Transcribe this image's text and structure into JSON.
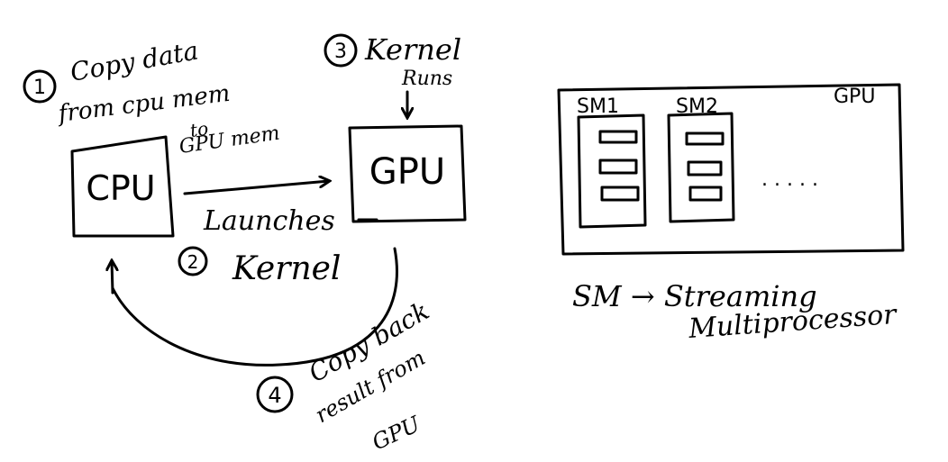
{
  "steps": [
    {
      "num": "1",
      "lines": [
        "Copy data",
        "from cpu mem",
        "to",
        "GPU mem"
      ]
    },
    {
      "num": "2",
      "lines": [
        "Launches",
        "Kernel"
      ]
    },
    {
      "num": "3",
      "lines": [
        "Kernel",
        "Runs"
      ]
    },
    {
      "num": "4",
      "lines": [
        "Copy back",
        "result from",
        "GPU"
      ]
    }
  ],
  "nodes": {
    "cpu": "CPU",
    "gpu": "GPU"
  },
  "gpu_diagram": {
    "label": "GPU",
    "sm1": "SM1",
    "sm2": "SM2",
    "ellipsis": ". . . . ."
  },
  "legend": {
    "line1": "SM → Streaming",
    "line2": "Multiprocessor"
  }
}
